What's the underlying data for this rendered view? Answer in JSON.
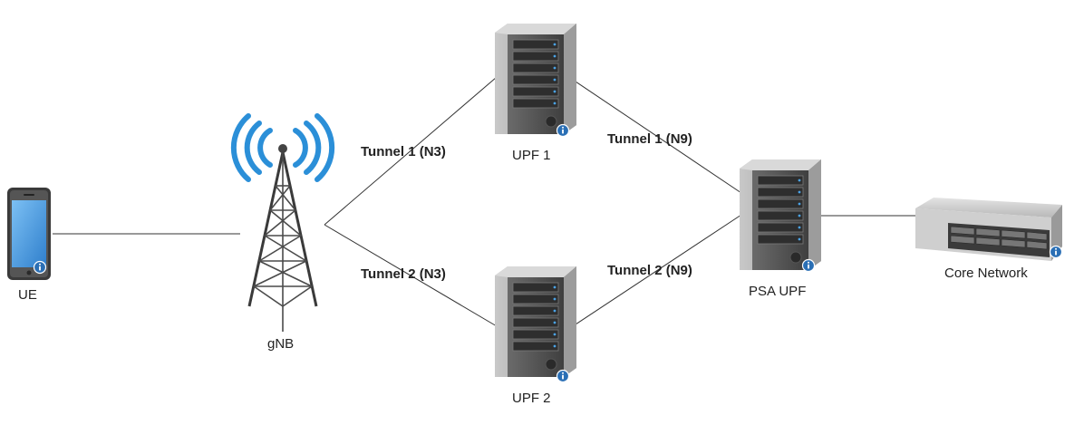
{
  "diagram": {
    "nodes": {
      "ue": {
        "label": "UE",
        "icon": "smartphone-icon"
      },
      "gnb": {
        "label": "gNB",
        "icon": "cell-tower-icon"
      },
      "upf1": {
        "label": "UPF 1",
        "icon": "server-tower-icon"
      },
      "upf2": {
        "label": "UPF 2",
        "icon": "server-tower-icon"
      },
      "psa_upf": {
        "label": "PSA UPF",
        "icon": "server-tower-icon"
      },
      "core": {
        "label": "Core Network",
        "icon": "rack-server-icon"
      }
    },
    "links": [
      {
        "from": "ue",
        "to": "gnb",
        "label": ""
      },
      {
        "from": "gnb",
        "to": "upf1",
        "label": "Tunnel 1 (N3)"
      },
      {
        "from": "gnb",
        "to": "upf2",
        "label": "Tunnel 2 (N3)"
      },
      {
        "from": "upf1",
        "to": "psa_upf",
        "label": "Tunnel 1 (N9)"
      },
      {
        "from": "upf2",
        "to": "psa_upf",
        "label": "Tunnel 2 (N9)"
      },
      {
        "from": "psa_upf",
        "to": "core",
        "label": ""
      }
    ],
    "colors": {
      "server_body": "#8e8e8e",
      "server_front": "#5a5a5a",
      "signal_blue": "#2b8fd8",
      "info_badge": "#2a6fb5",
      "phone_screen": "#5aa8e8",
      "line": "#333333"
    }
  }
}
